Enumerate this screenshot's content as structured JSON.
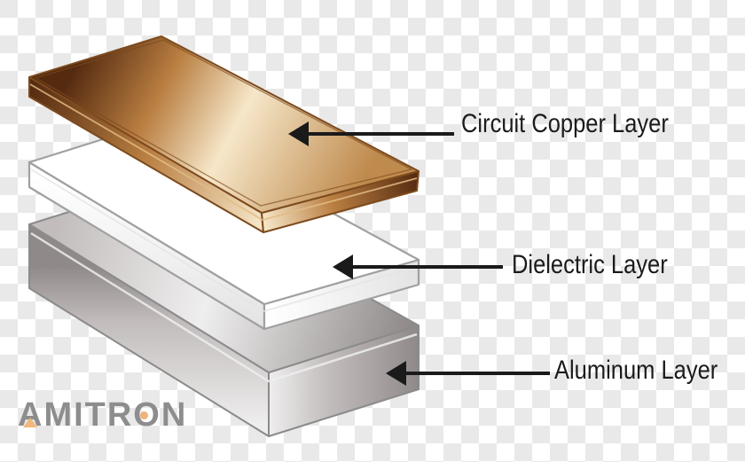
{
  "diagram": {
    "type": "exploded-layer-stack",
    "labels": {
      "copper": "Circuit Copper Layer",
      "dielectric": "Dielectric Layer",
      "aluminum": "Aluminum Layer"
    }
  },
  "logo": {
    "text": "AMITRON",
    "text_color": "#8d8d8d",
    "accent_color": "#f0b87c"
  },
  "colors": {
    "checker_white": "#ffffff",
    "checker_gray": "#e9e9e9",
    "arrow": "#1a1a1a",
    "label_text": "#1b1b1b",
    "copper_dark": "#552b10",
    "copper_mid": "#b97e41",
    "copper_highlight": "#f6e7c9",
    "copper_tail": "#bf8a4d",
    "copper_outline": "#7c4a1d",
    "copper_bevel": "#e2bc85",
    "dielectric_fill": "#ffffff",
    "dielectric_shade": "#e3e3e3",
    "dielectric_outline": "#a0a0a0",
    "aluminum_light": "#efeeee",
    "aluminum_mid": "#c2bcbc",
    "aluminum_dark": "#8f8989",
    "aluminum_outline": "#8b8b8b"
  }
}
